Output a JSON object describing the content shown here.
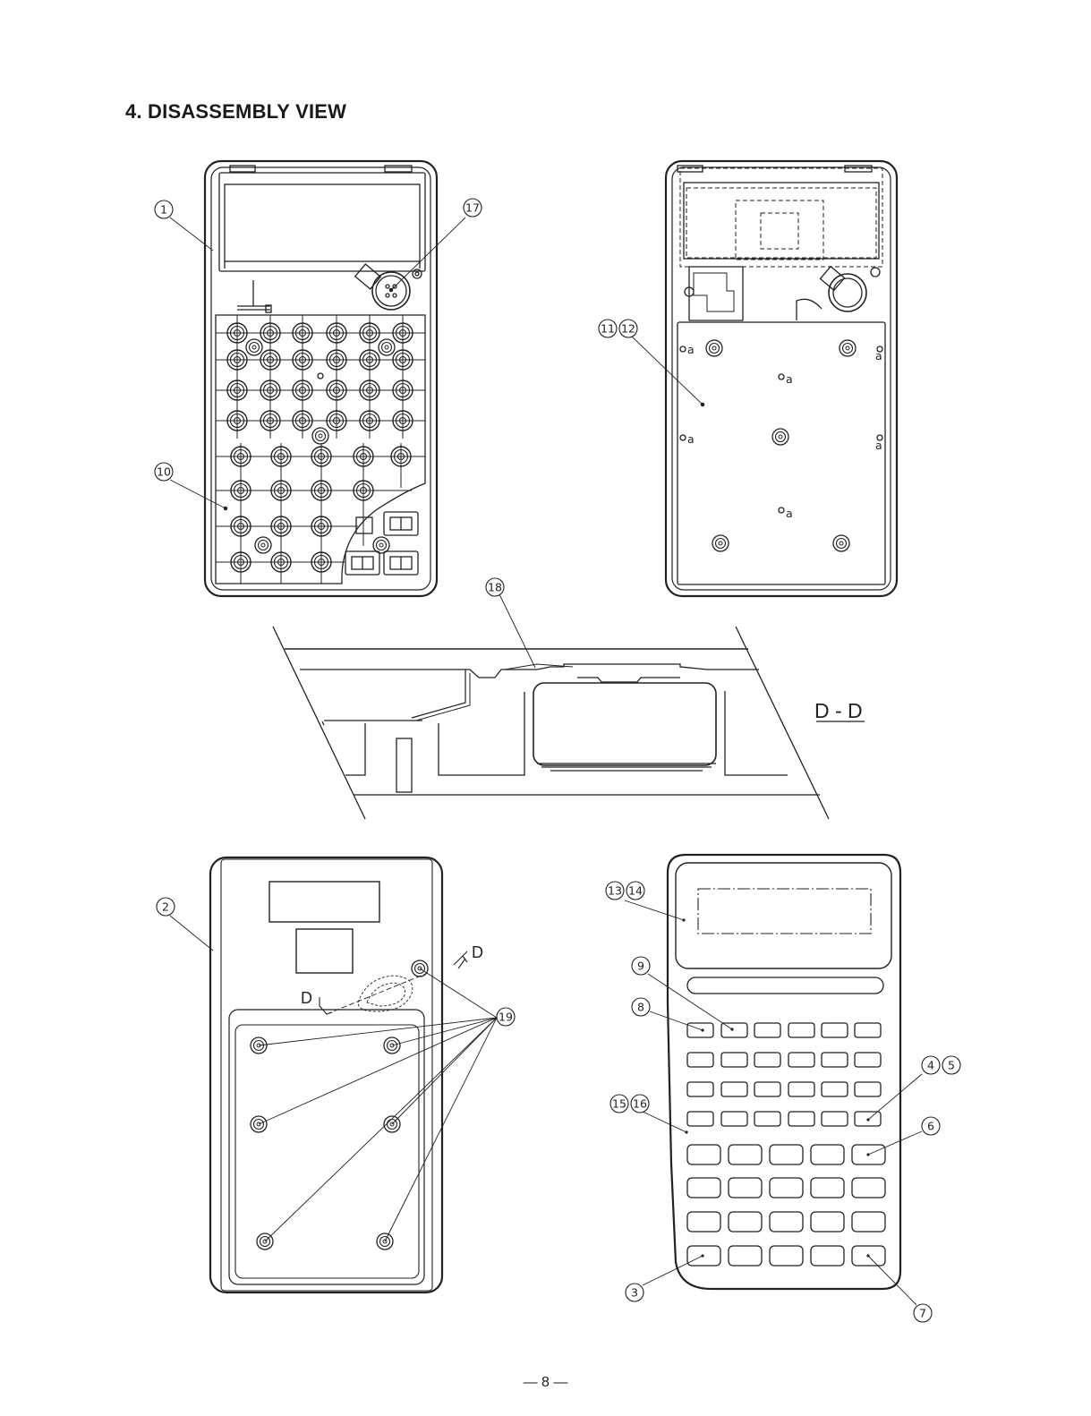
{
  "title": "4. DISASSEMBLY VIEW",
  "page_number": "— 8 —",
  "section_label": "D - D",
  "section_mark": "D",
  "hole_marker": "a",
  "callouts": {
    "c1": "1",
    "c2": "2",
    "c3": "3",
    "c4": "4",
    "c5": "5",
    "c6": "6",
    "c7": "7",
    "c8": "8",
    "c9": "9",
    "c10": "10",
    "c11": "11",
    "c12": "12",
    "c13": "13",
    "c14": "14",
    "c15": "15",
    "c16": "16",
    "c17": "17",
    "c18": "18",
    "c19": "19"
  }
}
